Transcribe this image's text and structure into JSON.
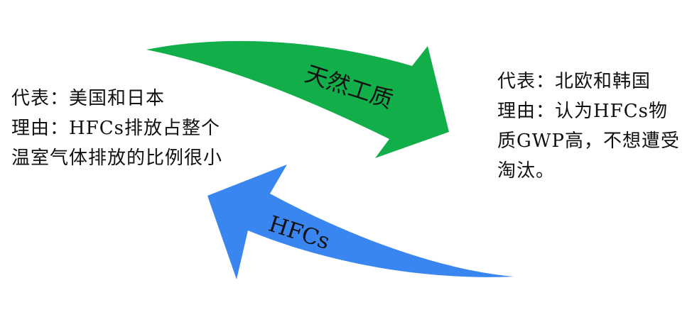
{
  "colors": {
    "green_arrow": "#12AE4A",
    "blue_arrow": "#3A86F0",
    "text": "#111111",
    "background": "#FFFFFF"
  },
  "left_panel": {
    "representative": "代表：美国和日本",
    "reason": "理由：HFCs排放占整个温室气体排放的比例很小"
  },
  "right_panel": {
    "representative": "代表：北欧和韩国",
    "reason": "理由：认为HFCs物质GWP高，不想遭受淘汰。"
  },
  "arrows": {
    "top_label": "天然工质",
    "bottom_label": "HFCs"
  }
}
